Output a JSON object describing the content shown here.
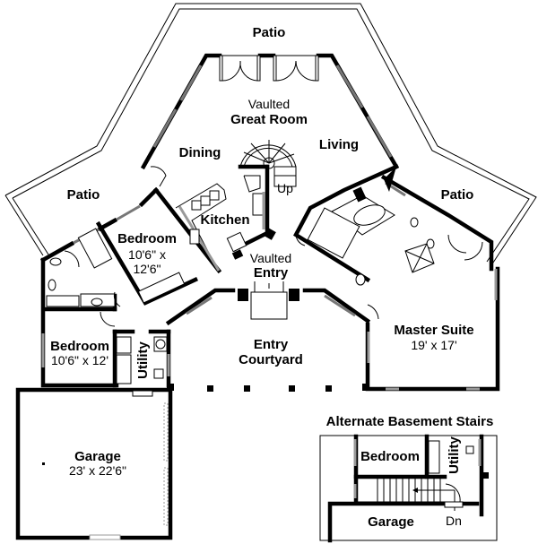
{
  "plan": {
    "rooms": {
      "patio_top": "Patio",
      "patio_left": "Patio",
      "patio_right": "Patio",
      "great_room_line1": "Vaulted",
      "great_room_line2": "Great Room",
      "dining": "Dining",
      "living": "Living",
      "kitchen": "Kitchen",
      "stairs_up": "Up",
      "entry_line1": "Vaulted",
      "entry_line2": "Entry",
      "bedroom2_name": "Bedroom",
      "bedroom2_dim1": "10'6\" x",
      "bedroom2_dim2": "12'6\"",
      "bedroom3_name": "Bedroom",
      "bedroom3_dim": "10'6\" x 12'",
      "utility": "Utility",
      "courtyard_line1": "Entry",
      "courtyard_line2": "Courtyard",
      "master_name": "Master Suite",
      "master_dim": "19' x 17'",
      "garage_name": "Garage",
      "garage_dim": "23' x 22'6\""
    },
    "inset": {
      "title": "Alternate Basement Stairs",
      "bedroom": "Bedroom",
      "utility": "Utility",
      "garage": "Garage",
      "stairs_down": "Dn"
    }
  }
}
